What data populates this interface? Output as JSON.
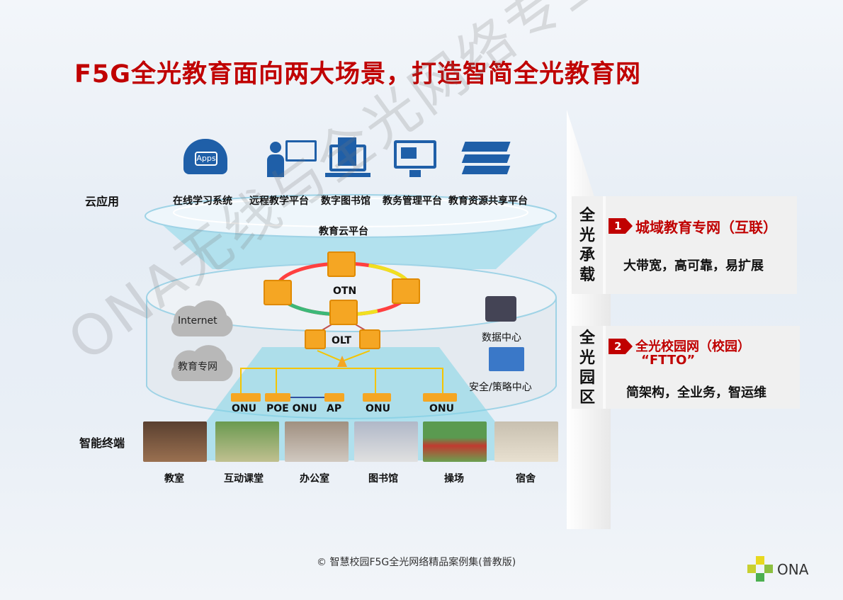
{
  "title": "F5G全光教育面向两大场景，打造智简全光教育网",
  "cloud_apps": {
    "section_label": "云应用",
    "items": [
      {
        "label": "在线学习系统",
        "icon": "apps-cloud-icon"
      },
      {
        "label": "远程教学平台",
        "icon": "teacher-board-icon"
      },
      {
        "label": "数字图书馆",
        "icon": "digital-library-icon"
      },
      {
        "label": "教务管理平台",
        "icon": "monitor-admin-icon"
      },
      {
        "label": "教育资源共享平台",
        "icon": "books-stack-icon"
      }
    ],
    "apps_icon_text": "Apps",
    "platform_label": "教育云平台"
  },
  "network": {
    "otn_label": "OTN",
    "olt_label": "OLT",
    "clouds": [
      "Internet",
      "教育专网"
    ],
    "right": [
      "数据中心",
      "安全/策略中心"
    ],
    "access": [
      "ONU",
      "POE ONU",
      "AP",
      "ONU",
      "ONU"
    ]
  },
  "terminals": {
    "section_label": "智能终端",
    "items": [
      "教室",
      "互动课堂",
      "办公室",
      "图书馆",
      "操场",
      "宿舍"
    ]
  },
  "scenarios": [
    {
      "side": "全光承载",
      "num": "1",
      "title": "城域教育专网（互联）",
      "subtitle": "",
      "desc": "大带宽，高可靠，易扩展"
    },
    {
      "side": "全光园区",
      "num": "2",
      "title": "全光校园网（校园）",
      "subtitle": "“FTTO”",
      "desc": "简架构，全业务，智运维"
    }
  ],
  "footer": "© 智慧校园F5G全光网络精品案例集(普教版)",
  "logo": "ONA",
  "watermark": "ONA无线与全光网络专业委员会",
  "colors": {
    "title": "#c00000",
    "device": "#f5a623",
    "cyan": "#7fd3e6"
  }
}
